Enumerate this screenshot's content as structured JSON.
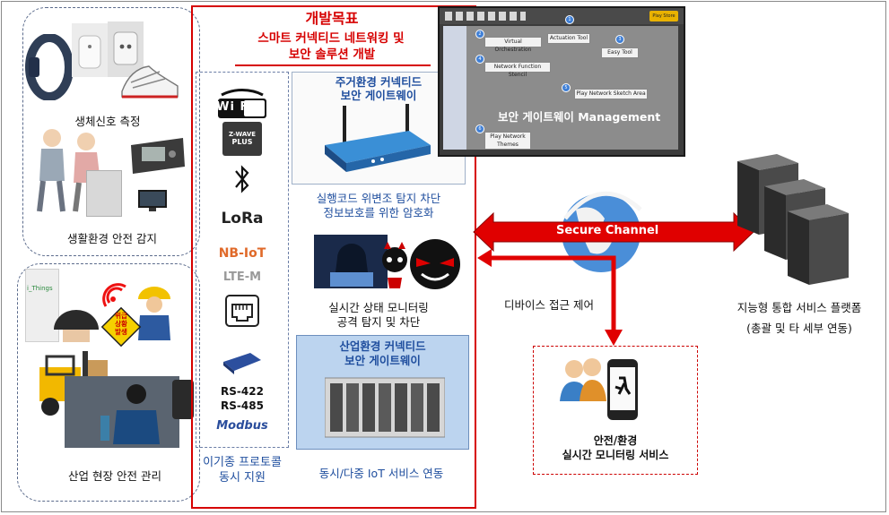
{
  "left_panel": {
    "bio_signal_label": "생체신호 측정",
    "living_env_label": "생활환경 안전 감지",
    "industrial_label": "산업 현장 안전 관리",
    "ithings_label": "i_Things",
    "warning_sign": "위급\n상황\n발생"
  },
  "center": {
    "goal_title": "개발목표",
    "goal_line1": "스마트 커넥티드 네트워킹 및",
    "goal_line2": "보안 솔루션 개발",
    "protocols": {
      "wifi": "Wi Fi",
      "zwave": "Z-WAVE",
      "zwave_plus": "PLUS",
      "bluetooth": "ᛒ",
      "lora": "LoRa",
      "nbiot": "NB-IoT",
      "ltem": "LTE-M",
      "rs422": "RS-422",
      "rs485": "RS-485",
      "modbus": "Modbus"
    },
    "protocol_caption_line1": "이기종 프로토콜",
    "protocol_caption_line2": "동시 지원",
    "home_gateway_line1": "주거환경 커넥티드",
    "home_gateway_line2": "보안 게이트웨이",
    "malware_line1": "실행코드 위변조 탐지 차단",
    "malware_line2": "정보보호를 위한 암호화",
    "monitor_line1": "실시간 상태 모니터링",
    "monitor_line2": "공격 탐지 및 차단",
    "industrial_gateway_line1": "산업환경 커넥티드",
    "industrial_gateway_line2": "보안 게이트웨이",
    "iot_service": "동시/다중 IoT 서비스 연동"
  },
  "management": {
    "label": "보안 게이트웨이 Management",
    "play_store": "Play Store",
    "virtual_orchestration": "Virtual Orchestration",
    "actuation_tool": "Actuation Tool",
    "easy_tool": "Easy Tool",
    "nf_stencil": "Network Function Stencil",
    "play_network_sketch": "Play Network Sketch Area",
    "play_network_themes": "Play Network Themes",
    "numbers": [
      "1",
      "2",
      "3",
      "4",
      "5",
      "6"
    ]
  },
  "right": {
    "secure_channel": "Secure Channel",
    "device_access": "디바이스 접근 제어",
    "platform_line1": "지능형 통합 서비스 플랫폼",
    "platform_line2": "(총괄 및 타 세부 연동)",
    "safety_line1": "안전/환경",
    "safety_line2": "실시간 모니터링 서비스"
  },
  "colors": {
    "red": "#d60000",
    "blue_text": "#1f4e9e",
    "dashed_outline": "#5b6b8c"
  }
}
